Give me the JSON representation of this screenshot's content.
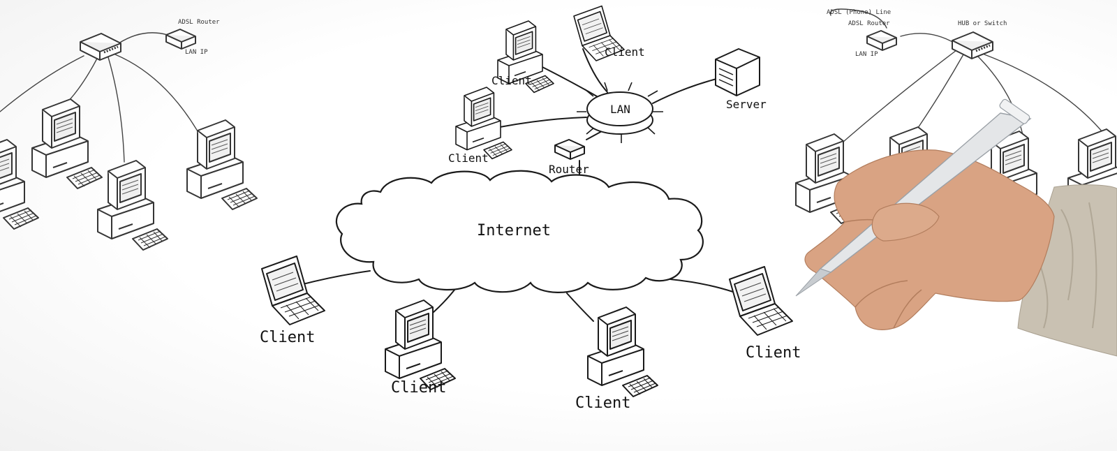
{
  "labels": {
    "internet": "Internet",
    "lan": "LAN",
    "server": "Server",
    "router": "Router",
    "client": "Client",
    "adsl_router": "ADSL Router",
    "lan_ip": "LAN IP",
    "adsl_phone_line": "ADSL (Phone) Line",
    "hub_or_switch": "HUB or Switch"
  },
  "colors": {
    "ink": "#1a1a1a",
    "paper": "#ffffff",
    "skin": "#d9a383",
    "sleeve": "#c7bfb0",
    "pen": "#d9dcdf"
  }
}
